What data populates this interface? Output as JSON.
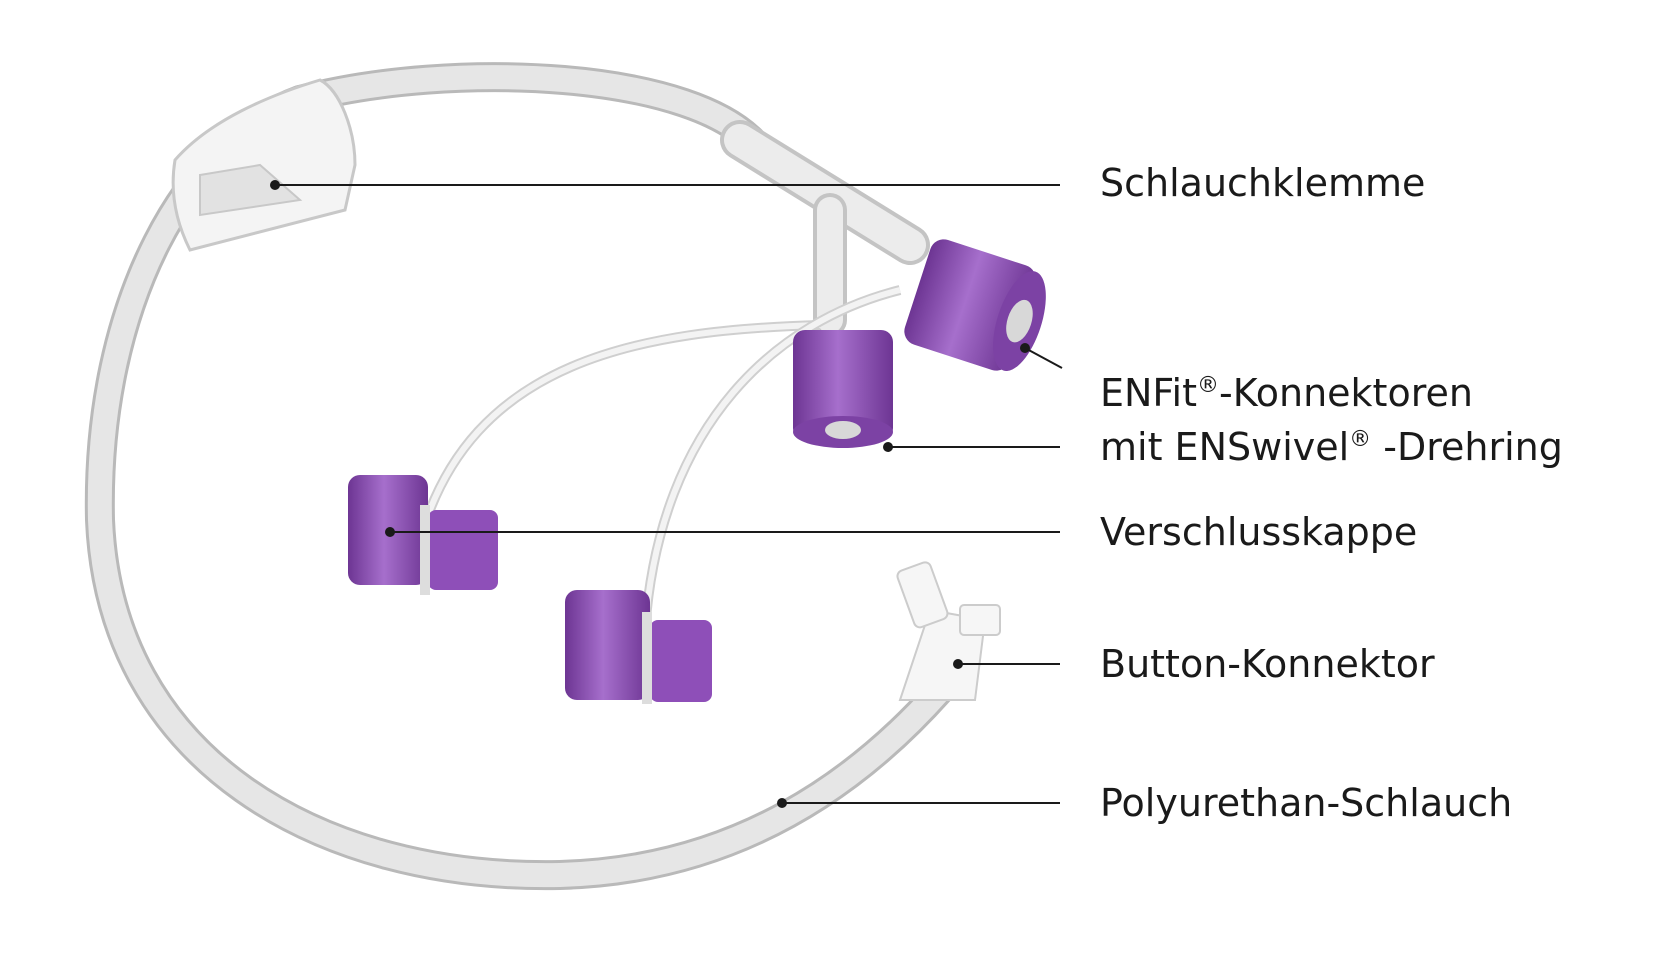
{
  "colors": {
    "purple": "#8e4fb8",
    "purple_dark": "#6d3593",
    "purple_light": "#a66fcc",
    "tube": "#dedede",
    "tube_edge": "#b9b9b9",
    "clamp": "#f4f4f4",
    "leader": "#1a1a1a"
  },
  "labels": {
    "clamp": "Schlauchklemme",
    "enfit_line1_a": "ENFit",
    "enfit_line1_reg": "®",
    "enfit_line1_b": "-Konnektoren",
    "enfit_line2_a": "mit ENSwivel",
    "enfit_line2_reg": "®",
    "enfit_line2_b": " -Drehring",
    "cap": "Verschlusskappe",
    "button": "Button-Konnektor",
    "tube": "Polyurethan-Schlauch"
  }
}
